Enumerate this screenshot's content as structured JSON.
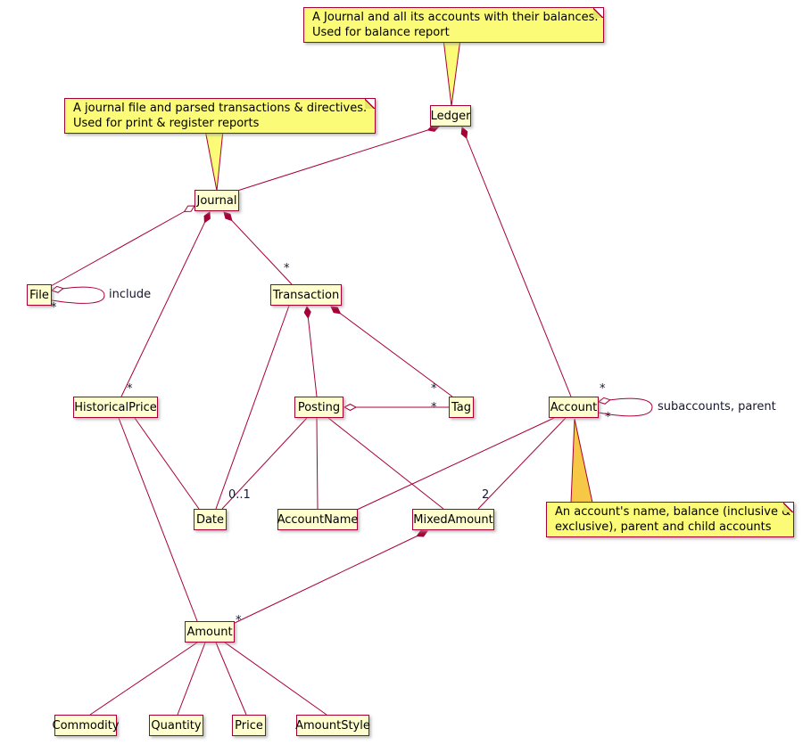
{
  "diagram": {
    "kind": "uml-class-diagram",
    "colors": {
      "class_fill": "#FEFECE",
      "class_border": "#A80036",
      "note_fill": "#FBFB77",
      "edge": "#A80036",
      "background": "#FFFFFF"
    },
    "classes": [
      "Ledger",
      "Journal",
      "File",
      "Transaction",
      "HistoricalPrice",
      "Posting",
      "Tag",
      "Account",
      "Date",
      "AccountName",
      "MixedAmount",
      "Amount",
      "Commodity",
      "Quantity",
      "Price",
      "AmountStyle"
    ],
    "notes": [
      {
        "target": "Ledger",
        "lines": [
          "A Journal and all its accounts with their balances.",
          "Used for balance report"
        ]
      },
      {
        "target": "Journal",
        "lines": [
          "A journal file and parsed transactions & directives.",
          "Used for print & register reports"
        ]
      },
      {
        "target": "Account",
        "lines": [
          "An account's name, balance (inclusive &",
          "exclusive), parent and child accounts"
        ]
      }
    ],
    "relationships": [
      {
        "from": "Ledger",
        "to": "Journal",
        "type": "composition"
      },
      {
        "from": "Ledger",
        "to": "Account",
        "type": "composition",
        "multiplicity": "*"
      },
      {
        "from": "Journal",
        "to": "File",
        "type": "aggregation"
      },
      {
        "from": "File",
        "to": "File",
        "type": "aggregation",
        "label": "include",
        "multiplicity": "*"
      },
      {
        "from": "Journal",
        "to": "Transaction",
        "type": "composition",
        "multiplicity": "*"
      },
      {
        "from": "Journal",
        "to": "HistoricalPrice",
        "type": "composition",
        "multiplicity": "*"
      },
      {
        "from": "Transaction",
        "to": "Posting",
        "type": "composition"
      },
      {
        "from": "Transaction",
        "to": "Tag",
        "type": "composition",
        "multiplicity": "*"
      },
      {
        "from": "Transaction",
        "to": "Date",
        "type": "association"
      },
      {
        "from": "Posting",
        "to": "Tag",
        "type": "aggregation",
        "multiplicity": "*"
      },
      {
        "from": "Posting",
        "to": "AccountName",
        "type": "association"
      },
      {
        "from": "Posting",
        "to": "MixedAmount",
        "type": "association"
      },
      {
        "from": "Posting",
        "to": "Date",
        "type": "association",
        "multiplicity": "0..1"
      },
      {
        "from": "Account",
        "to": "AccountName",
        "type": "association"
      },
      {
        "from": "Account",
        "to": "MixedAmount",
        "type": "association",
        "multiplicity": "2"
      },
      {
        "from": "Account",
        "to": "Account",
        "type": "aggregation",
        "label": "subaccounts, parent",
        "multiplicity": "*"
      },
      {
        "from": "MixedAmount",
        "to": "Amount",
        "type": "composition",
        "multiplicity": "*"
      },
      {
        "from": "HistoricalPrice",
        "to": "Date",
        "type": "association"
      },
      {
        "from": "HistoricalPrice",
        "to": "Amount",
        "type": "association"
      },
      {
        "from": "Amount",
        "to": "Commodity",
        "type": "association"
      },
      {
        "from": "Amount",
        "to": "Quantity",
        "type": "association"
      },
      {
        "from": "Amount",
        "to": "Price",
        "type": "association"
      },
      {
        "from": "Amount",
        "to": "AmountStyle",
        "type": "association"
      }
    ]
  }
}
